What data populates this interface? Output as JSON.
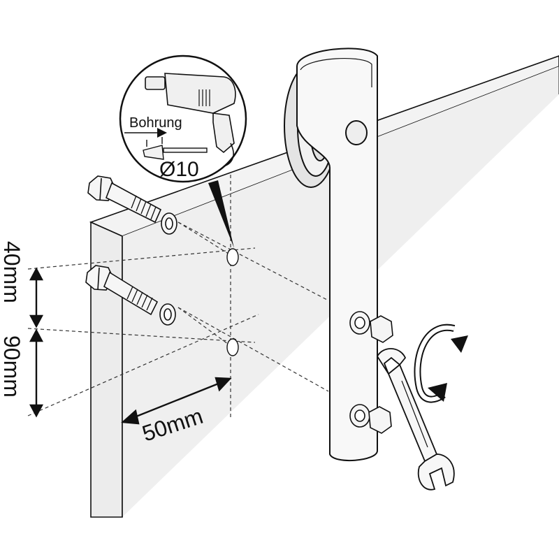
{
  "labels": {
    "bohrung": "Bohrung",
    "diameter": "Ø10",
    "dim_40": "40mm",
    "dim_90": "90mm",
    "dim_50": "50mm"
  },
  "colors": {
    "line": "#111111",
    "door": "#efefef",
    "door_shade": "#d6d6d6",
    "metal": "#f7f7f7"
  }
}
